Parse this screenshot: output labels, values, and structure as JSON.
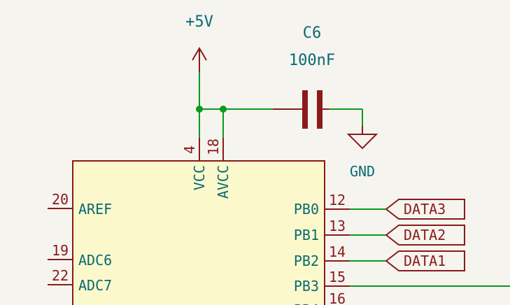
{
  "power": {
    "net": "+5V",
    "ground": "GND"
  },
  "capacitor": {
    "ref": "C6",
    "value": "100nF"
  },
  "ic": {
    "top_pins": [
      {
        "number": "4",
        "name": "VCC"
      },
      {
        "number": "18",
        "name": "AVCC"
      }
    ],
    "left_pins": [
      {
        "number": "20",
        "name": "AREF"
      },
      {
        "number": "19",
        "name": "ADC6"
      },
      {
        "number": "22",
        "name": "ADC7"
      }
    ],
    "right_pins": [
      {
        "number": "12",
        "name": "PB0"
      },
      {
        "number": "13",
        "name": "PB1"
      },
      {
        "number": "14",
        "name": "PB2"
      },
      {
        "number": "15",
        "name": "PB3"
      },
      {
        "number": "16",
        "name": ""
      }
    ]
  },
  "global_labels": [
    "DATA3",
    "DATA2",
    "DATA1"
  ],
  "colors": {
    "background": "#f5f4ef",
    "wire": "#0a9a1e",
    "component": "#8b1a1a",
    "body_fill": "#fbf9cc",
    "text": "#0a6a72"
  }
}
